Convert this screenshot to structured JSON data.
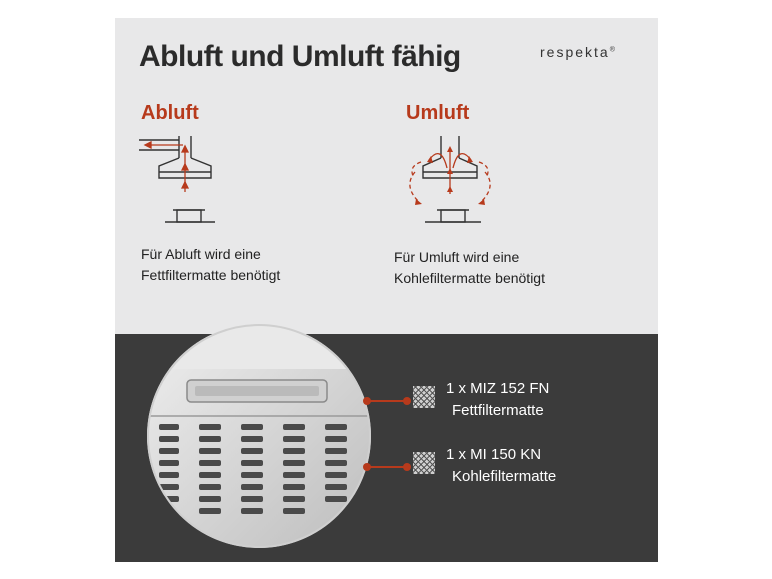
{
  "header": {
    "title": "Abluft und Umluft fähig",
    "brand": "respekta",
    "brand_mark": "®"
  },
  "modes": [
    {
      "heading": "Abluft",
      "desc_line1": "Für Abluft wird eine",
      "desc_line2": "Fettfiltermatte benötigt"
    },
    {
      "heading": "Umluft",
      "desc_line1": "Für Umluft wird eine",
      "desc_line2": "Kohlefiltermatte benötigt"
    }
  ],
  "filters": [
    {
      "name": "1 x MIZ 152 FN",
      "type": "Fettfiltermatte"
    },
    {
      "name": "1 x MI 150 KN",
      "type": "Kohlefiltermatte"
    }
  ],
  "colors": {
    "accent": "#b73a1c",
    "top_bg": "#e8e8e9",
    "bottom_bg": "#3b3b3b"
  }
}
